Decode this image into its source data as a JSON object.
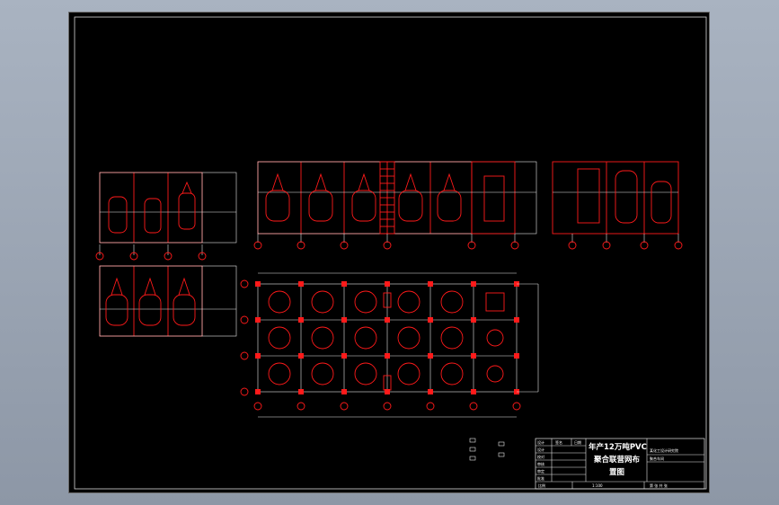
{
  "title_block": {
    "title_line1": "年产12万吨PVC",
    "title_line2": "聚合联营网布",
    "title_line3": "置图",
    "row_labels": [
      "设计",
      "校对",
      "审核",
      "审定",
      "批准"
    ],
    "header_cells": [
      "设计",
      "签名",
      "日期"
    ],
    "right_top": "某化工设计研究院",
    "right_bottom": "聚合车间",
    "scale_label": "比例",
    "scale_value": "1:100",
    "sheet_info": "第 张  共 张"
  },
  "colors": {
    "line_red": "#ff1a1a",
    "line_white": "#e6e6e6",
    "background": "#000000"
  }
}
